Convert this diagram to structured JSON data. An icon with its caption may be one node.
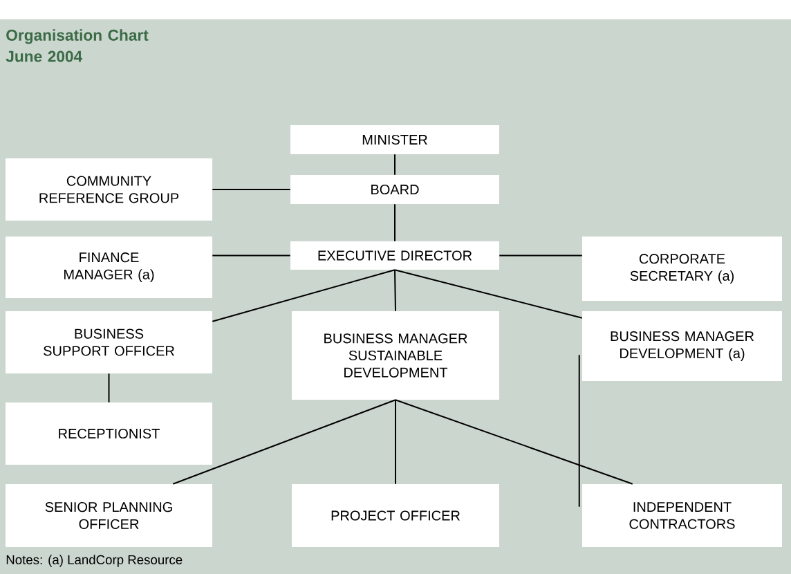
{
  "diagram": {
    "title": "Organisation Chart June 2004",
    "nodes": [
      {
        "text": [
          "MINISTER"
        ]
      },
      {
        "text": [
          "COMMUNITY REFERENCE GROUP"
        ]
      },
      {
        "text": [
          "BOARD"
        ]
      },
      {
        "text": [
          "FINANCE MANAGER (a)"
        ]
      },
      {
        "text": [
          "EXECUTIVE DIRECTOR"
        ]
      },
      {
        "text": [
          "CORPORATE SECRETARY (a)"
        ]
      },
      {
        "text": [
          "BUSINESS SUPPORT OFFICER"
        ]
      },
      {
        "text": [
          "BUSINESS MANAGER SUSTAINABLE DEVELOPMENT"
        ]
      },
      {
        "text": [
          "BUSINESS MANAGER DEVELOPMENT (a)"
        ]
      },
      {
        "text": [
          "RECEPTIONIST"
        ]
      },
      {
        "text": [
          "SENIOR PLANNING OFFICER"
        ]
      },
      {
        "text": [
          "PROJECT OFFICER"
        ]
      },
      {
        "text": [
          "INDEPENDENT CONTRACTORS"
        ]
      }
    ],
    "edges": [
      {
        "from": 0,
        "to": 2,
        "arrow": "none"
      },
      {
        "from": 1,
        "to": 2,
        "arrow": "none"
      },
      {
        "from": 2,
        "to": 4,
        "arrow": "none"
      },
      {
        "from": 3,
        "to": 4,
        "arrow": "none"
      },
      {
        "from": 4,
        "to": 5,
        "arrow": "none"
      },
      {
        "from": 4,
        "to": 6,
        "arrow": "none"
      },
      {
        "from": 4,
        "to": 7,
        "arrow": "none"
      },
      {
        "from": 4,
        "to": 8,
        "arrow": "none"
      },
      {
        "from": 6,
        "to": 9,
        "arrow": "none"
      },
      {
        "from": 7,
        "to": 10,
        "arrow": "none"
      },
      {
        "from": 7,
        "to": 11,
        "arrow": "none"
      },
      {
        "from": 7,
        "to": 12,
        "arrow": "none"
      },
      {
        "from": 8,
        "to": 12,
        "arrow": "none"
      }
    ],
    "labels": [
      "Notes: (a) LandCorp Resource"
    ]
  }
}
